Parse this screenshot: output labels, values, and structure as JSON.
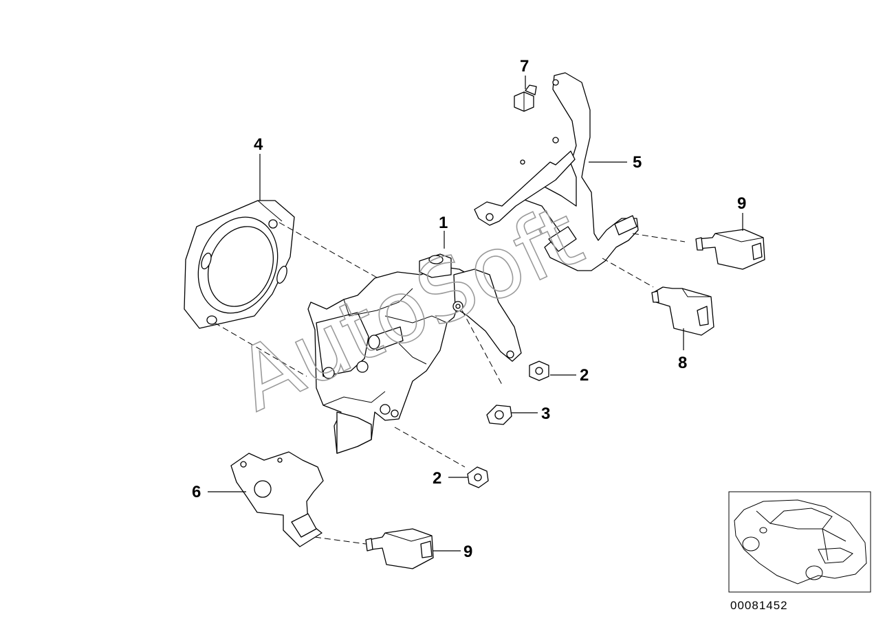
{
  "callouts": {
    "c1": "1",
    "c2a": "2",
    "c2b": "2",
    "c3": "3",
    "c4": "4",
    "c5": "5",
    "c6": "6",
    "c7": "7",
    "c8": "8",
    "c9a": "9",
    "c9b": "9"
  },
  "watermark": "AutoSoft",
  "diagram_code": "00081452"
}
